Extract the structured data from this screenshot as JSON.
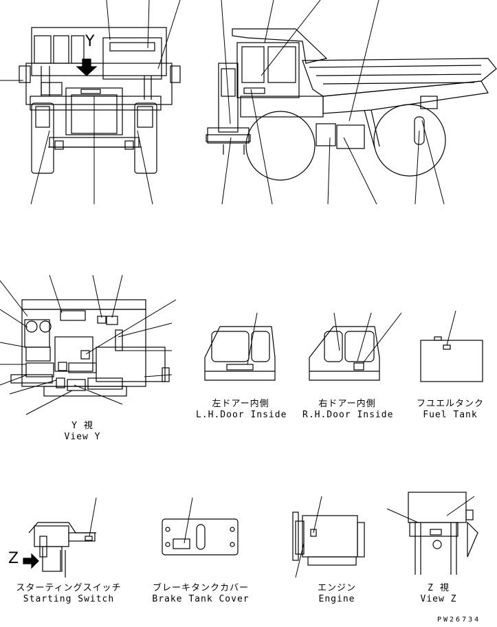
{
  "markers": {
    "y": "Y",
    "z": "Z"
  },
  "labels": {
    "view_y_jp": "Y 視",
    "view_y_en": "View Y",
    "lh_door_jp": "左ドアー内側",
    "lh_door_en": "L.H.Door Inside",
    "rh_door_jp": "右ドアー内側",
    "rh_door_en": "R.H.Door Inside",
    "fuel_tank_jp": "フユエルタンク",
    "fuel_tank_en": "Fuel Tank",
    "starting_switch_jp": "スターティングスイッチ",
    "starting_switch_en": "Starting Switch",
    "brake_tank_jp": "ブレーキタンクカバー",
    "brake_tank_en": "Brake Tank Cover",
    "engine_jp": "エンジン",
    "engine_en": "Engine",
    "view_z_jp": "Z 視",
    "view_z_en": "View Z"
  },
  "drawing_code": "PW26734"
}
